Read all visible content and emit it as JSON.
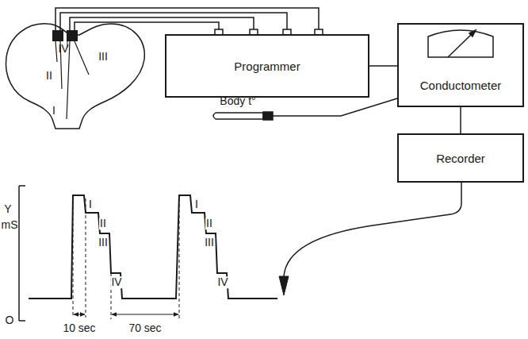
{
  "diagram": {
    "nodes": [
      {
        "text": [
          "Programmer"
        ]
      },
      {
        "text": [
          "Conductometer"
        ]
      },
      {
        "text": [
          "Recorder"
        ]
      }
    ],
    "edges": [
      {
        "from": 0,
        "to": 1,
        "arrow": "none"
      },
      {
        "from": 1,
        "to": 2,
        "arrow": "none"
      }
    ],
    "labels": [
      "IV",
      "III",
      "II",
      "I",
      "Body t°",
      "Y",
      "mS",
      "O",
      "I",
      "II",
      "III",
      "IV",
      "I",
      "II",
      "III",
      "IV",
      "10 sec",
      "70 sec"
    ]
  }
}
